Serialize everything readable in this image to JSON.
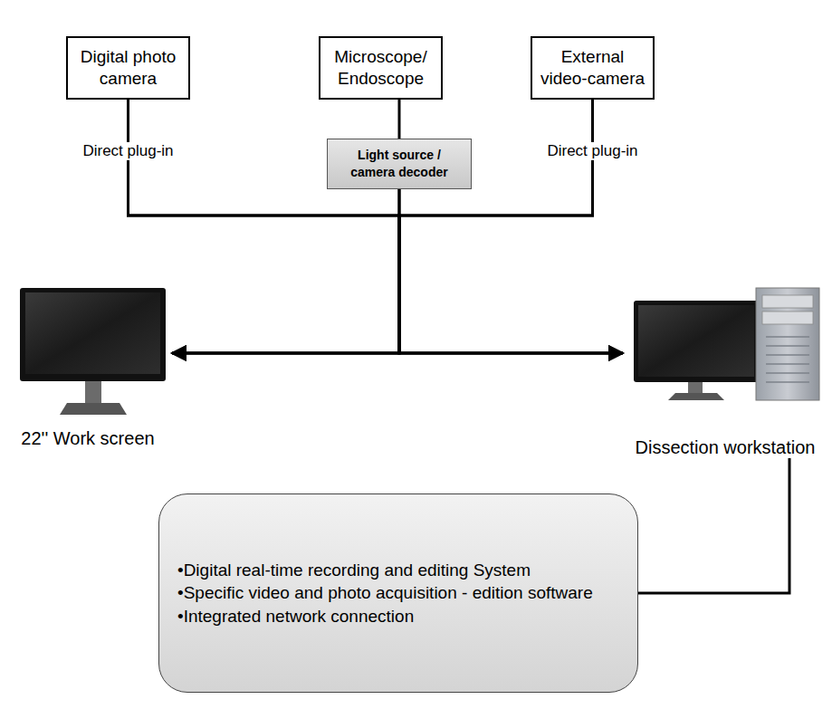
{
  "diagram": {
    "nodes": [
      {
        "text": [
          "Digital photo camera"
        ]
      },
      {
        "text": [
          "Microscope/ Endoscope"
        ]
      },
      {
        "text": [
          "External video-camera"
        ]
      },
      {
        "text": [
          "Light source / camera decoder"
        ]
      },
      {
        "text": [
          "22'' Work screen"
        ]
      },
      {
        "text": [
          "Dissection workstation"
        ]
      },
      {
        "text": [
          "•Digital real-time recording and editing System",
          "•Specific video and photo acquisition - edition software",
          "•Integrated network connection"
        ]
      }
    ],
    "edges": [
      {
        "from": 0,
        "to": 4,
        "arrow": "to",
        "label": "Direct plug-in"
      },
      {
        "from": 0,
        "to": 5,
        "arrow": "to"
      },
      {
        "from": 1,
        "to": 3,
        "arrow": "none"
      },
      {
        "from": 3,
        "to": 4,
        "arrow": "to"
      },
      {
        "from": 3,
        "to": 5,
        "arrow": "to"
      },
      {
        "from": 2,
        "to": 4,
        "arrow": "to"
      },
      {
        "from": 2,
        "to": 5,
        "arrow": "to",
        "label": "Direct plug-in"
      },
      {
        "from": 5,
        "to": 6,
        "arrow": "none"
      }
    ]
  }
}
